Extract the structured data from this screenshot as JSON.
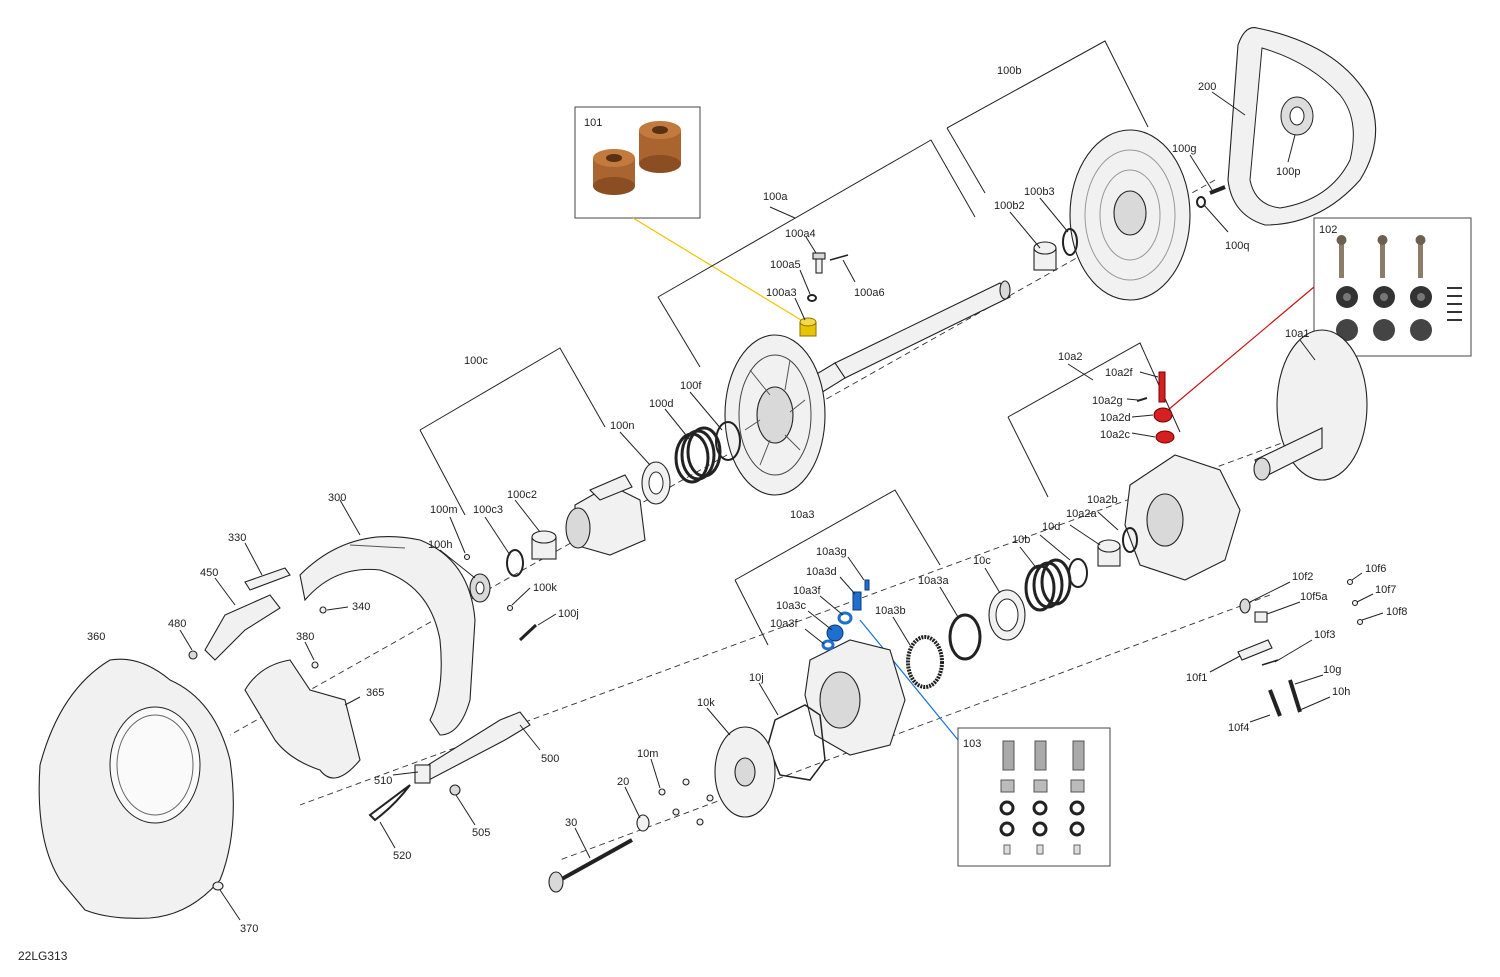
{
  "diagram_id": "22LG313",
  "colors": {
    "kit_101_leader": "#f2c200",
    "kit_102_leader": "#d01010",
    "kit_103_leader": "#1a73d9",
    "red_parts": "#d42020",
    "blue_parts": "#1e6fd0",
    "yellow_part": "#e8c400",
    "bushing_brown": "#9b5a2a"
  },
  "labels": {
    "l100a": "100a",
    "l100a3": "100a3",
    "l100a4": "100a4",
    "l100a5": "100a5",
    "l100a6": "100a6",
    "l100b": "100b",
    "l100b2": "100b2",
    "l100b3": "100b3",
    "l100c": "100c",
    "l100c2": "100c2",
    "l100c3": "100c3",
    "l100d": "100d",
    "l100f": "100f",
    "l100g": "100g",
    "l100h": "100h",
    "l100j": "100j",
    "l100k": "100k",
    "l100m": "100m",
    "l100n": "100n",
    "l100p": "100p",
    "l100q": "100q",
    "l101": "101",
    "l102": "102",
    "l103": "103",
    "l10a1": "10a1",
    "l10a2": "10a2",
    "l10a2a": "10a2a",
    "l10a2b": "10a2b",
    "l10a2c": "10a2c",
    "l10a2d": "10a2d",
    "l10a2f": "10a2f",
    "l10a2g": "10a2g",
    "l10a3": "10a3",
    "l10a3a": "10a3a",
    "l10a3b": "10a3b",
    "l10a3c": "10a3c",
    "l10a3d": "10a3d",
    "l10a3f1": "10a3f",
    "l10a3f2": "10a3f",
    "l10a3g": "10a3g",
    "l10b": "10b",
    "l10c": "10c",
    "l10d": "10d",
    "l10f1": "10f1",
    "l10f2": "10f2",
    "l10f3": "10f3",
    "l10f4": "10f4",
    "l10f5a": "10f5a",
    "l10f6": "10f6",
    "l10f7": "10f7",
    "l10f8": "10f8",
    "l10g": "10g",
    "l10h": "10h",
    "l10j": "10j",
    "l10k": "10k",
    "l10m": "10m",
    "l20": "20",
    "l30": "30",
    "l200": "200",
    "l300": "300",
    "l330": "330",
    "l340": "340",
    "l360": "360",
    "l365": "365",
    "l370": "370",
    "l380": "380",
    "l450": "450",
    "l480": "480",
    "l500": "500",
    "l505": "505",
    "l510": "510",
    "l520": "520"
  }
}
